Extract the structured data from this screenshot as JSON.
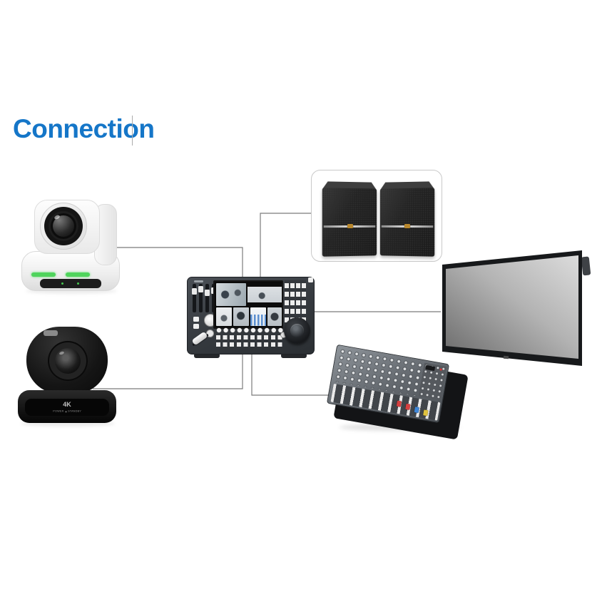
{
  "title": {
    "text": "Connection",
    "color": "#1576C8"
  },
  "canvas": {
    "background": "#FFFFFF"
  },
  "diagram": {
    "line_color": "#7B7B7B",
    "connections": [
      {
        "from": "white-ptz-camera",
        "to": "video-switcher"
      },
      {
        "from": "speaker-pair",
        "to": "video-switcher"
      },
      {
        "from": "video-switcher",
        "to": "flat-panel-display"
      },
      {
        "from": "black-ptz-camera",
        "to": "video-switcher"
      },
      {
        "from": "video-switcher",
        "to": "audio-mixer"
      }
    ]
  },
  "devices": {
    "camera_white": {
      "led_color": "#4FD45C"
    },
    "camera_black": {
      "badge": "4K",
      "power_label": "POWER",
      "standby_label": "STANDBY"
    },
    "speakers": {
      "count": 2,
      "badge_color": "#B8872C"
    },
    "display": {
      "screen_gradient": [
        "#DCDCDC",
        "#6A6A6A"
      ]
    },
    "mixer": {
      "fader_cap_colors": [
        "#D64040",
        "#D64040",
        "#3F86D6",
        "#DFC23F"
      ]
    }
  }
}
